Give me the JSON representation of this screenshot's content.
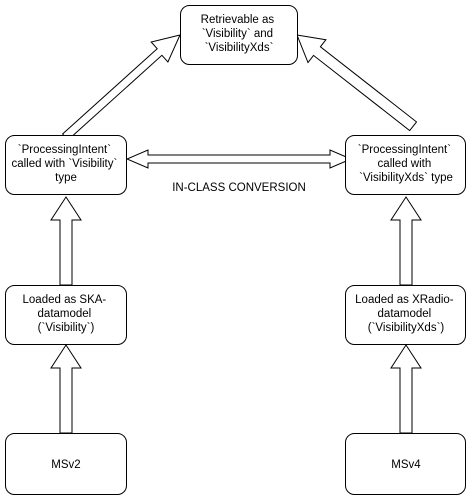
{
  "nodes": {
    "retrievable": {
      "lines": [
        "Retrievable as",
        "`Visibility` and",
        "`VisibilityXds`"
      ]
    },
    "processing_left": {
      "lines": [
        "`ProcessingIntent`",
        "called with `Visibility`",
        "type"
      ]
    },
    "processing_right": {
      "lines": [
        "`ProcessingIntent`",
        "called with",
        "`VisibilityXds` type"
      ]
    },
    "loaded_ska": {
      "lines": [
        "Loaded as SKA-",
        "datamodel",
        "(`Visibility`)"
      ]
    },
    "loaded_xradio": {
      "lines": [
        "Loaded as XRadio-",
        "datamodel",
        "(`VisibilityXds`)"
      ]
    },
    "msv2": {
      "lines": [
        "MSv2"
      ]
    },
    "msv4": {
      "lines": [
        "MSv4"
      ]
    }
  },
  "edges": {
    "conversion_label": "IN-CLASS CONVERSION"
  }
}
